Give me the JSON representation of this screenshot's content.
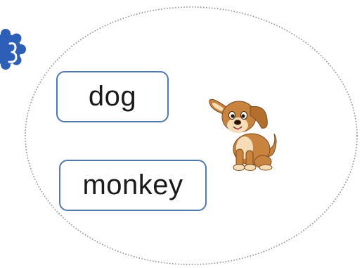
{
  "words": [
    {
      "label": "dog"
    },
    {
      "label": "monkey"
    }
  ],
  "picture": {
    "icon": "puppy-illustration"
  },
  "badge": {
    "icon": "scalloped-number-badge",
    "color": "#2d5fb8"
  },
  "colors": {
    "card_border": "#4f78ad",
    "oval_outline": "#8a8a8a",
    "dog_fur": "#c8843e",
    "dog_light": "#f6dcb7"
  }
}
